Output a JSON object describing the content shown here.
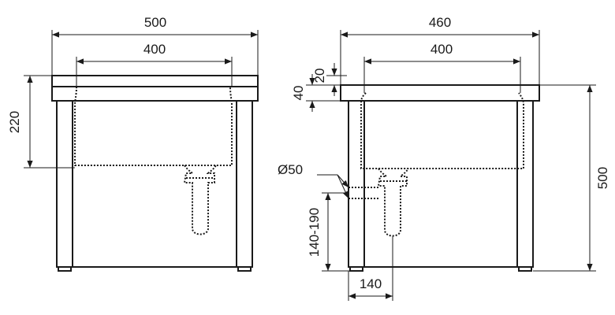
{
  "front_view": {
    "overall_width": "500",
    "basin_width": "400",
    "basin_depth": "220"
  },
  "side_view": {
    "overall_depth": "460",
    "basin_length": "400",
    "rim_thickness": "20",
    "top_thickness": "40",
    "overall_height": "500",
    "drain_diameter": "Ø50",
    "drain_height": "140-190",
    "drain_offset": "140"
  }
}
